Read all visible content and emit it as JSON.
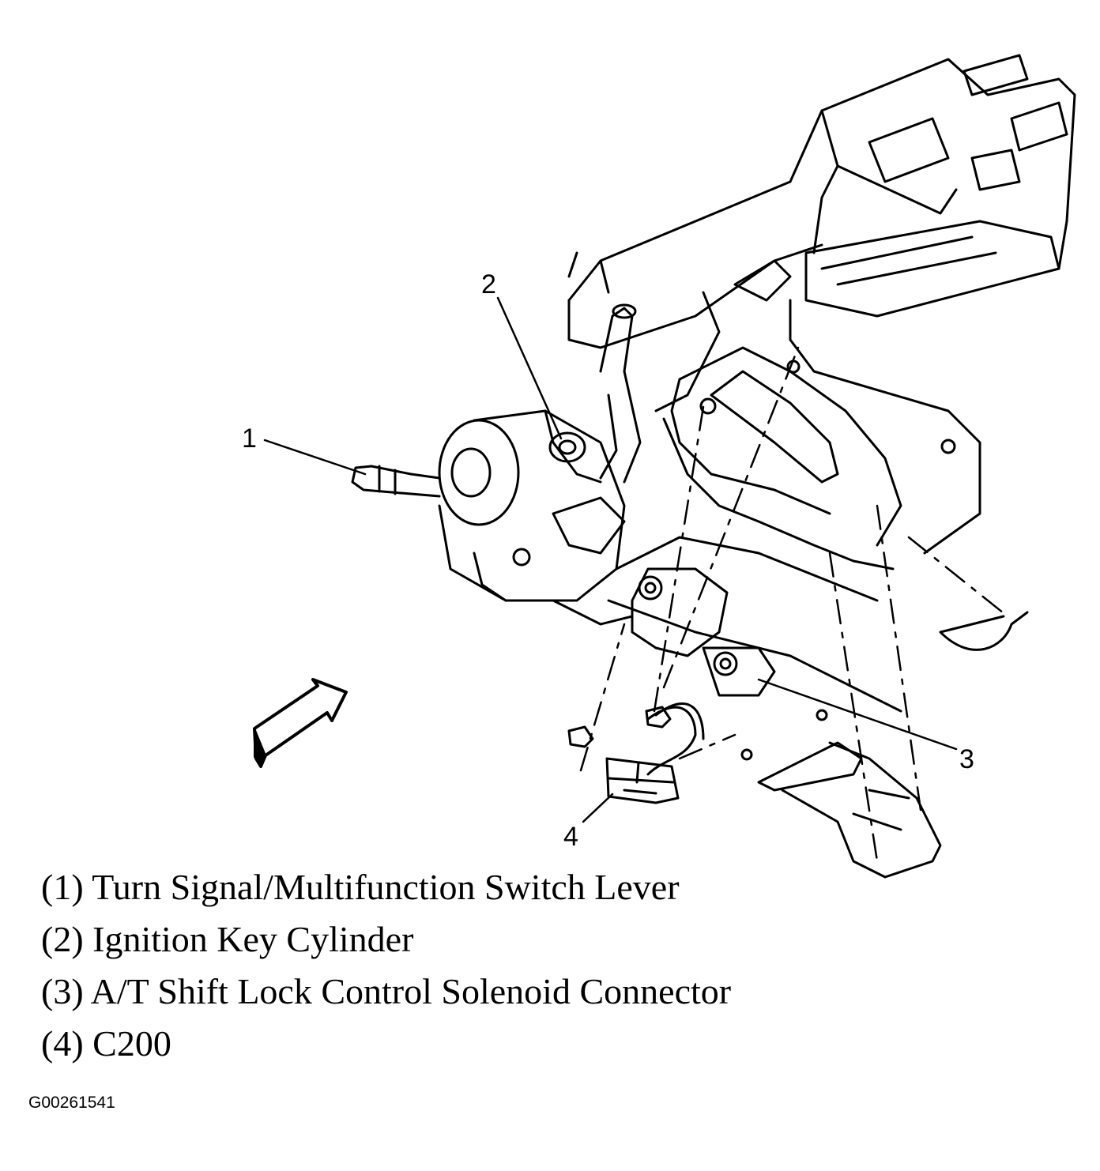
{
  "callouts": [
    {
      "number": "1"
    },
    {
      "number": "2"
    },
    {
      "number": "3"
    },
    {
      "number": "4"
    }
  ],
  "legend": [
    "(1) Turn Signal/Multifunction Switch Lever",
    "(2) Ignition Key Cylinder",
    "(3) A/T Shift Lock Control Solenoid Connector",
    "(4) C200"
  ],
  "figure_id": "G00261541",
  "colors": {
    "line": "#000000",
    "background": "#ffffff"
  }
}
